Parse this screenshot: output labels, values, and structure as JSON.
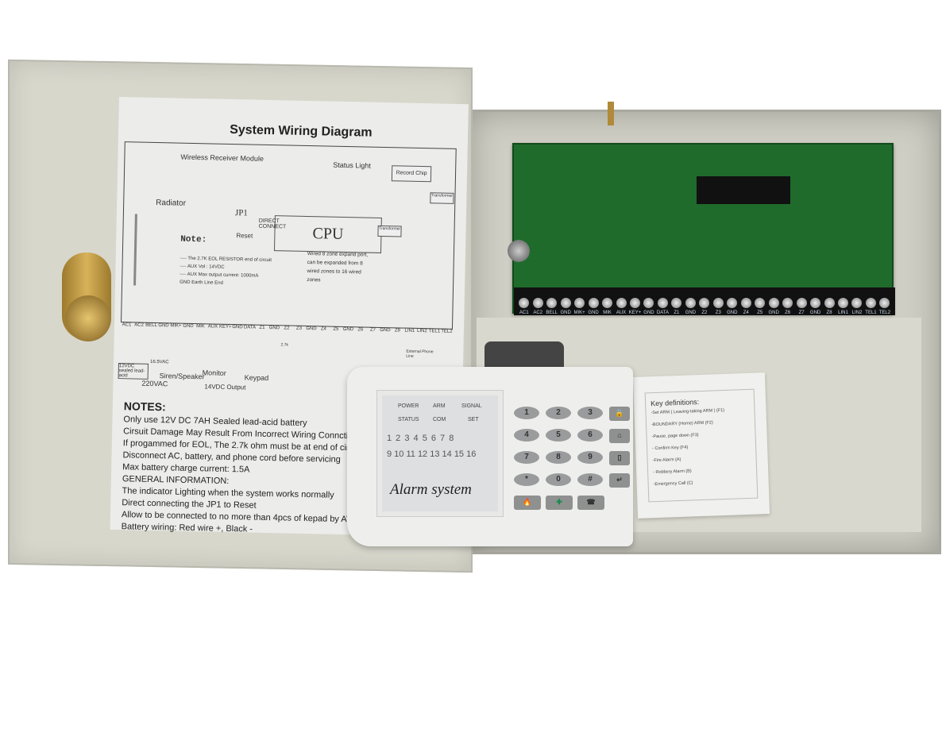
{
  "diagram": {
    "title": "System  Wiring Diagram",
    "wireless": "Wireless Receiver Module",
    "status_light": "Status Light",
    "cpu": "CPU",
    "record_chip": "Record Chip",
    "transformer": "Transformer",
    "radiator": "Radiator",
    "jp1": "JP1",
    "direct_connect": "DIRECT CONNECT",
    "reset": "Reset",
    "note_title": "Note:",
    "note_lines": [
      "---- The 2.7K EOL RESISTOR end of circuit",
      "---- AUX Vol : 14VDC",
      "---- AUX Max output current: 1000mA",
      "GND Earth Line End"
    ],
    "expand": "Wired 8 zone expand port, can be expanded from 8 wired zones to 16 wired zones",
    "terminals": [
      "AC1",
      "AC2",
      "BELL",
      "GND",
      "MIK+",
      "GND",
      "MIK",
      "AUX",
      "KEY+",
      "GND",
      "DATA",
      "Z1",
      "GND",
      "Z2",
      "Z3",
      "GND",
      "Z4",
      "Z5",
      "GND",
      "Z6",
      "Z7",
      "GND",
      "Z8",
      "LIN1",
      "LIN2",
      "TEL1",
      "TEL2"
    ],
    "battery": "12VDC sealed lead-acid",
    "ac_in": "16.5VAC",
    "mains": "220VAC",
    "siren": "Siren/Speaker",
    "monitor": "Monitor",
    "output": "14VDC Output",
    "keypad": "Keypad",
    "phone": "External Phone Line",
    "resistor": "2.7k"
  },
  "notes": {
    "title": "NOTES:",
    "lines": [
      "Only use 12V DC 7AH Sealed lead-acid battery",
      "Cirsuit Damage May Result From Incorrect Wiring Connctions",
      "If progammed for EOL, The 2.7k ohm must be at end of circuit",
      "Disconnect AC, battery, and phone cord before servicing",
      "Max battery charge current: 1.5A",
      "GENERAL INFORMATION:",
      "The indicator Lighting when the system works normally",
      "Direct connecting the JP1 to Reset",
      "Allow to be connected to no more than 4pcs of kepad by AWG 1",
      "Battery wiring: Red wire +, Black -"
    ]
  },
  "pcb": {
    "terminals": [
      "AC1",
      "AC2",
      "BELL",
      "GND",
      "MIK+",
      "GND",
      "MIK",
      "AUX",
      "KEY+",
      "GND",
      "DATA",
      "Z1",
      "GND",
      "Z2",
      "Z3",
      "GND",
      "Z4",
      "Z5",
      "GND",
      "Z6",
      "Z7",
      "GND",
      "Z8",
      "LIN1",
      "LIN2",
      "TEL1",
      "TEL2"
    ]
  },
  "keypad": {
    "indicators": [
      "POWER",
      "ARM",
      "SIGNAL",
      "STATUS",
      "COM",
      "SET"
    ],
    "zones_row1": "1 2 3 4 5 6 7 8",
    "zones_row2": "9 10 11 12 13 14 15 16",
    "brand": "Alarm system",
    "keys": [
      "1",
      "2",
      "3",
      "lock-icon",
      "4",
      "5",
      "6",
      "home-icon",
      "7",
      "8",
      "9",
      "pause-icon",
      "*",
      "0",
      "#",
      "confirm-icon",
      "fire-icon",
      "medical-icon",
      "emergency-icon"
    ]
  },
  "card": {
    "title": "Key definitions:",
    "items": [
      "-Set ARM ( Leaving-taking ARM ) (F1)",
      "-BOUNDARY (Home) ARM (F2)",
      "-Pause, page down (F3)",
      "- Confirm Key (F4)",
      "-Fire Alarm (A)",
      "- Robbery Alarm (B)",
      "-Emergency Call (C)"
    ]
  },
  "colors": {
    "enclosure": "#d8d7cc",
    "pcb": "#1f6b2c",
    "keypad": "#eeeeec"
  }
}
